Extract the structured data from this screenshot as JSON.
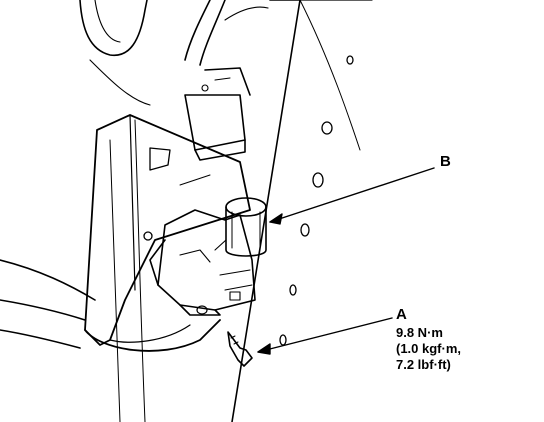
{
  "callouts": {
    "b": {
      "letter": "B"
    },
    "a": {
      "letter": "A",
      "torque_nm": "9.8 N·m",
      "torque_kgfm": "(1.0 kgf·m,",
      "torque_lbfft": "7.2 lbf·ft)"
    }
  },
  "colors": {
    "line": "#000000",
    "background": "#ffffff"
  }
}
